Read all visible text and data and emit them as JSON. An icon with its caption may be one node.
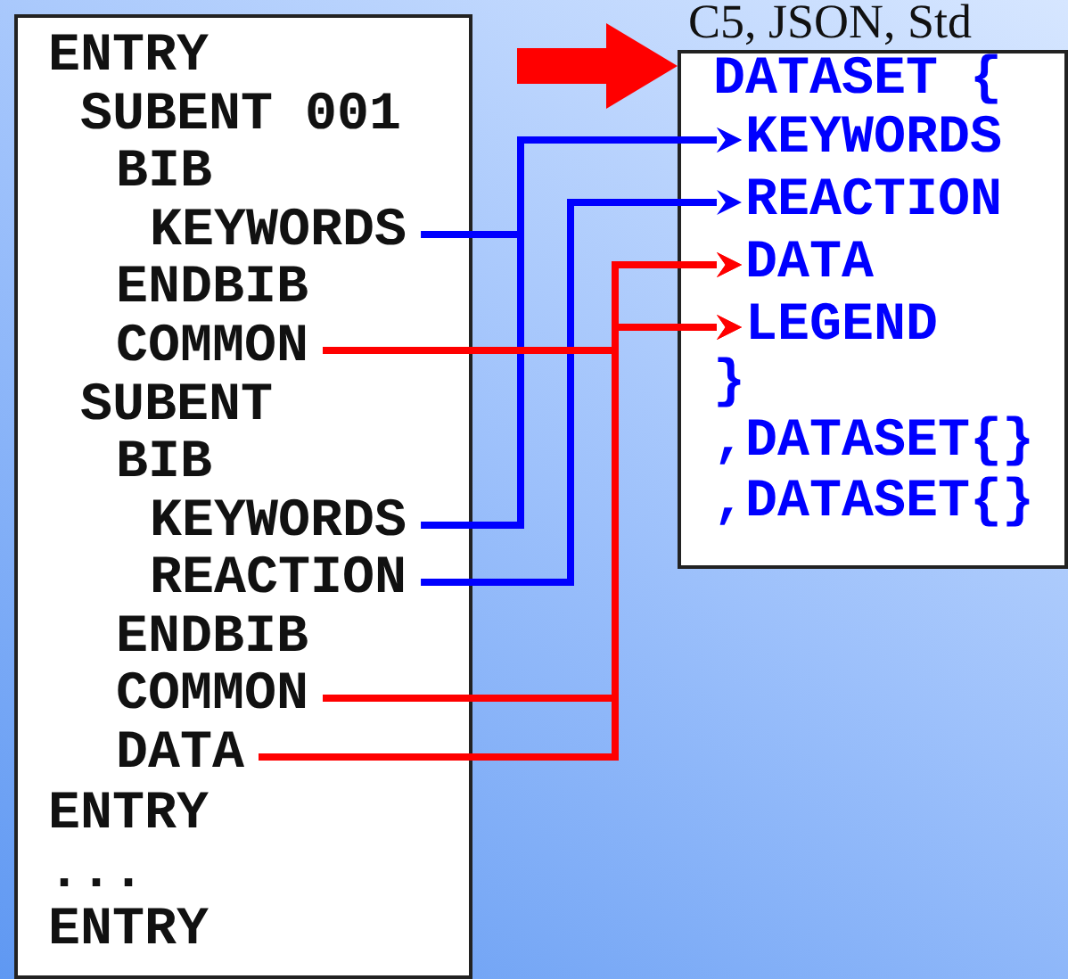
{
  "diagram": {
    "nodes": [
      {
        "text": [],
        "shape": "box"
      },
      {
        "text": [
          "ENTRY"
        ],
        "in": 0
      },
      {
        "text": [
          "SUBENT 001"
        ],
        "in": 0
      },
      {
        "text": [
          "BIB"
        ],
        "in": 0
      },
      {
        "text": [
          "KEYWORDS"
        ],
        "in": 0
      },
      {
        "text": [
          "ENDBIB"
        ],
        "in": 0
      },
      {
        "text": [
          "COMMON"
        ],
        "in": 0
      },
      {
        "text": [
          "SUBENT"
        ],
        "in": 0
      },
      {
        "text": [
          "BIB"
        ],
        "in": 0
      },
      {
        "text": [
          "KEYWORDS"
        ],
        "in": 0
      },
      {
        "text": [
          "REACTION"
        ],
        "in": 0
      },
      {
        "text": [
          "ENDBIB"
        ],
        "in": 0
      },
      {
        "text": [
          "COMMON"
        ],
        "in": 0
      },
      {
        "text": [
          "DATA"
        ],
        "in": 0
      },
      {
        "text": [
          "ENTRY"
        ],
        "in": 0
      },
      {
        "text": [
          "..."
        ],
        "in": 0
      },
      {
        "text": [
          "ENTRY"
        ],
        "in": 0
      },
      {
        "text": [],
        "shape": "box"
      },
      {
        "text": [
          "DATASET {"
        ],
        "in": 17
      },
      {
        "text": [
          "KEYWORDS"
        ],
        "in": 17
      },
      {
        "text": [
          "REACTION"
        ],
        "in": 17
      },
      {
        "text": [
          "DATA"
        ],
        "in": 17
      },
      {
        "text": [
          "LEGEND"
        ],
        "in": 17
      },
      {
        "text": [
          "}"
        ],
        "in": 17
      },
      {
        "text": [
          ",DATASET{}"
        ],
        "in": 17
      },
      {
        "text": [
          ",DATASET{}"
        ],
        "in": 17
      }
    ],
    "edges": [
      {
        "from": 0,
        "to": 17,
        "arrow": "to",
        "style": "thick"
      },
      {
        "from": 4,
        "to": 19,
        "arrow": "to",
        "color": "#0000ff"
      },
      {
        "from": 9,
        "to": 19,
        "arrow": "to",
        "color": "#0000ff"
      },
      {
        "from": 10,
        "to": 20,
        "arrow": "to",
        "color": "#0000ff"
      },
      {
        "from": 6,
        "to": 21,
        "arrow": "to"
      },
      {
        "from": 6,
        "to": 22,
        "arrow": "to"
      },
      {
        "from": 12,
        "to": 21,
        "arrow": "to"
      },
      {
        "from": 12,
        "to": 22,
        "arrow": "to"
      },
      {
        "from": 13,
        "to": 21,
        "arrow": "to"
      },
      {
        "from": 13,
        "to": 22,
        "arrow": "to"
      }
    ],
    "labels": [
      "C5, JSON, Std"
    ]
  }
}
